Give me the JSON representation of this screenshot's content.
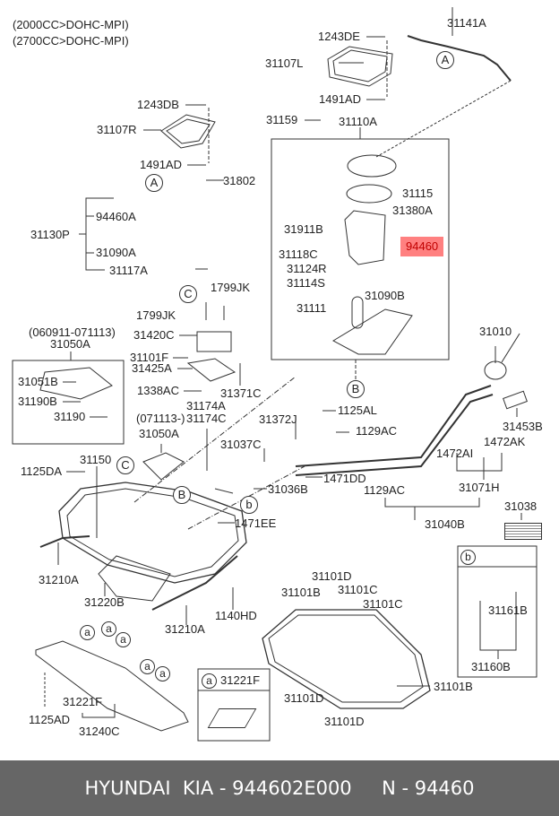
{
  "diagram": {
    "engine_notes": [
      "(2000CC>DOHC-MPI)",
      "(2700CC>DOHC-MPI)"
    ],
    "highlight_color": "#ff8080",
    "highlight_text_color": "#c00000",
    "labels": {
      "l1243DE": "1243DE",
      "l31141A": "31141A",
      "l31107L": "31107L",
      "l1491AD_top": "1491AD",
      "l1243DB": "1243DB",
      "l31107R": "31107R",
      "l1491AD_left": "1491AD",
      "l31159": "31159",
      "l31110A": "31110A",
      "l31802": "31802",
      "l31115": "31115",
      "l31380A": "31380A",
      "l31911B": "31911B",
      "l94460": "94460",
      "l31118C": "31118C",
      "l31124R": "31124R",
      "l31114S": "31114S",
      "l31111": "31111",
      "l31090B": "31090B",
      "l94460A": "94460A",
      "l31130P": "31130P",
      "l31090A": "31090A",
      "l31117A": "31117A",
      "l1799JK_a": "1799JK",
      "l1799JK_b": "1799JK",
      "l31420C": "31420C",
      "l31101F": "31101F",
      "l31425A": "31425A",
      "l1338AC": "1338AC",
      "l31371C": "31371C",
      "l060911": "(060911-071113)",
      "l31050A_top": "31050A",
      "l31051B": "31051B",
      "l31190B": "31190B",
      "l31190": "31190",
      "l31174A": "31174A",
      "l071113": "(071113-)",
      "l31174C": "31174C",
      "l31050A_bot": "31050A",
      "l31372J": "31372J",
      "l1125AL": "1125AL",
      "l1129AC_top": "1129AC",
      "l31037C": "31037C",
      "l1471DD": "1471DD",
      "l31036B": "31036B",
      "l1471EE": "1471EE",
      "l1129AC_bot": "1129AC",
      "l31040B": "31040B",
      "l31010": "31010",
      "l31453B": "31453B",
      "l1472AK": "1472AK",
      "l1472AI": "1472AI",
      "l31071H": "31071H",
      "l31038": "31038",
      "l1125DA": "1125DA",
      "l31150": "31150",
      "l31210A_left": "31210A",
      "l31220B": "31220B",
      "l31210A_bot": "31210A",
      "l1140HD": "1140HD",
      "l1125AD": "1125AD",
      "l31221F": "31221F",
      "l31240C": "31240C",
      "l31221F_box": "31221F",
      "l31101D_a": "31101D",
      "l31101B_a": "31101B",
      "l31101C_a": "31101C",
      "l31101C_b": "31101C",
      "l31101D_b": "31101D",
      "l31101D_c": "31101D",
      "l31101B_b": "31101B",
      "l31161B": "31161B",
      "l31160B": "31160B"
    },
    "callouts": {
      "A": "A",
      "B": "B",
      "C": "C",
      "a": "a",
      "b": "b"
    }
  },
  "footer": {
    "brand": "HYUNDAI  KIA",
    "part_number": "944602E000",
    "ref": "N - 94460",
    "separator": " - "
  }
}
